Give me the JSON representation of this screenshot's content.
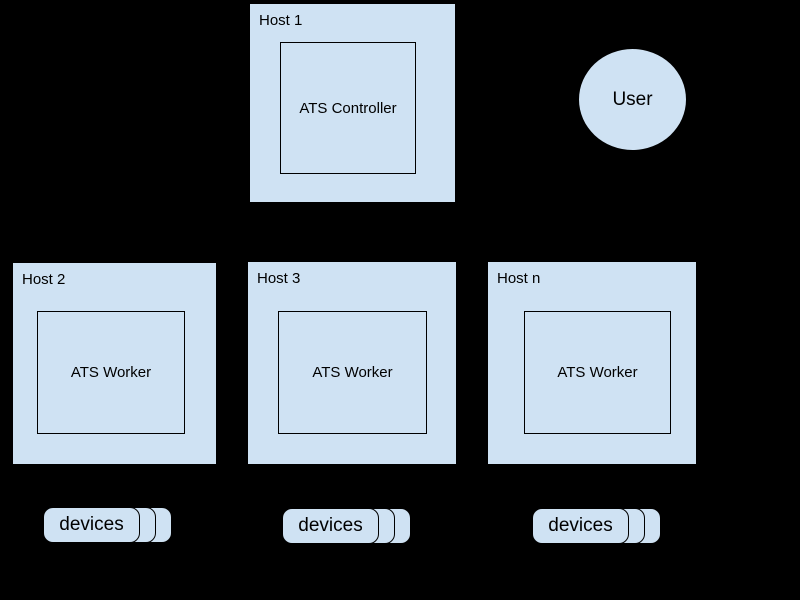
{
  "diagram": {
    "background": "#000000",
    "node_fill": "#cfe2f3",
    "node_stroke": "#000000",
    "controller_host": {
      "label": "Host 1",
      "component": "ATS Controller"
    },
    "user": {
      "label": "User"
    },
    "worker_hosts": [
      {
        "label": "Host 2",
        "component": "ATS Worker"
      },
      {
        "label": "Host 3",
        "component": "ATS Worker"
      },
      {
        "label": "Host n",
        "component": "ATS Worker"
      }
    ],
    "device_stacks": [
      {
        "label": "devices"
      },
      {
        "label": "devices"
      },
      {
        "label": "devices"
      }
    ]
  }
}
